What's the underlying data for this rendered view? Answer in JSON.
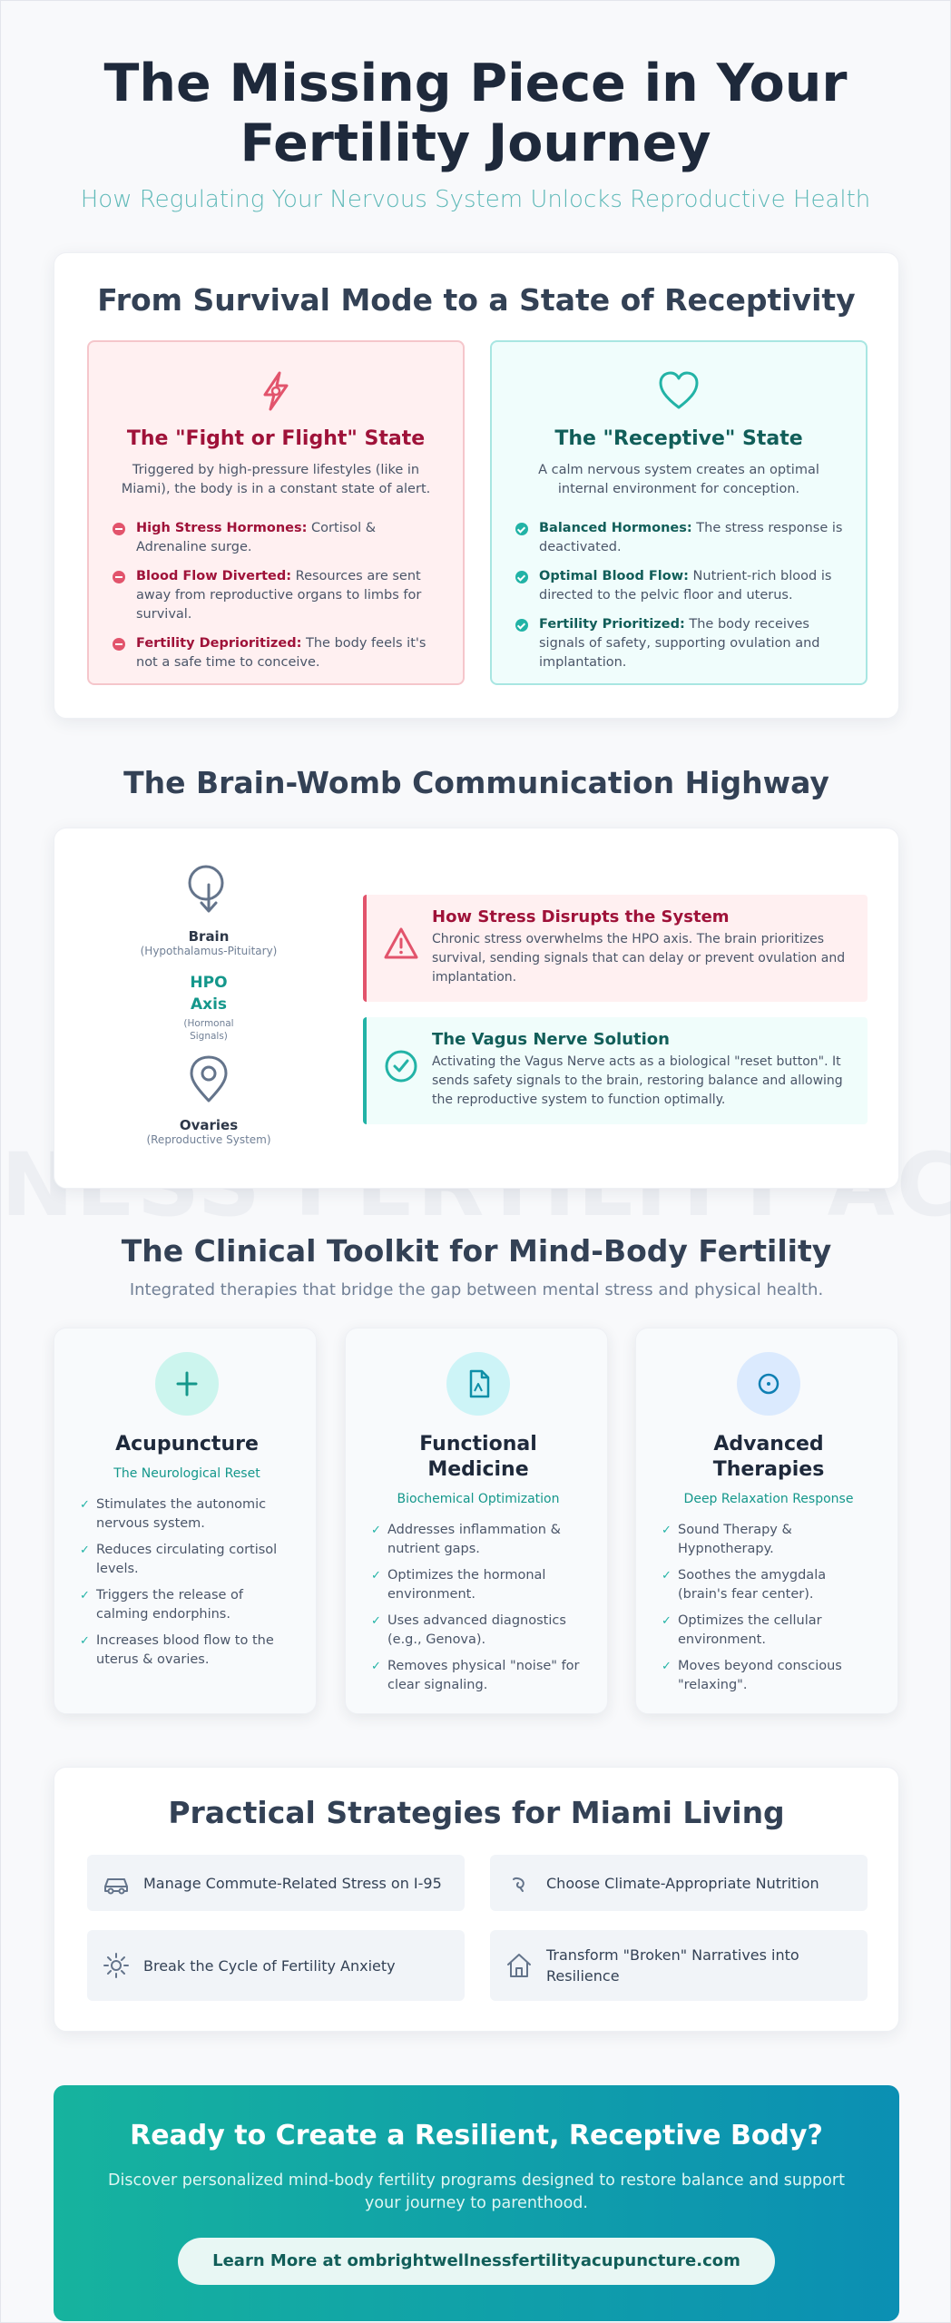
{
  "hero": {
    "title_line1": "The Missing Piece in Your",
    "title_line2": "Fertility Journey",
    "subtitle": "How Regulating Your Nervous System Unlocks Reproductive Health"
  },
  "watermark": "NESS FERTILITY ACU",
  "survival": {
    "title": "From Survival Mode to a State of Receptivity",
    "fight": {
      "icon": "lightning-bolt-icon",
      "title": "The \"Fight or Flight\" State",
      "desc": "Triggered by high-pressure lifestyles (like in Miami), the body is in a constant state of alert.",
      "items": [
        {
          "label": "High Stress Hormones:",
          "text": " Cortisol & Adrenaline surge."
        },
        {
          "label": "Blood Flow Diverted:",
          "text": " Resources are sent away from reproductive organs to limbs for survival."
        },
        {
          "label": "Fertility Deprioritized:",
          "text": " The body feels it's not a safe time to conceive."
        }
      ]
    },
    "receptive": {
      "icon": "heart-icon",
      "title": "The \"Receptive\" State",
      "desc": "A calm nervous system creates an optimal internal environment for conception.",
      "items": [
        {
          "label": "Balanced Hormones:",
          "text": " The stress response is deactivated."
        },
        {
          "label": "Optimal Blood Flow:",
          "text": " Nutrient-rich blood is directed to the pelvic floor and uterus."
        },
        {
          "label": "Fertility Prioritized:",
          "text": " The body receives signals of safety, supporting ovulation and implantation."
        }
      ]
    }
  },
  "highway": {
    "title": "The Brain-Womb Communication Highway",
    "brain_label": "Brain",
    "brain_sub": "(Hypothalamus-Pituitary)",
    "axis_line1": "HPO",
    "axis_line2": "Axis",
    "axis_sub1": "(Hormonal",
    "axis_sub2": "Signals)",
    "ovaries_label": "Ovaries",
    "ovaries_sub": "(Reproductive System)",
    "stress": {
      "title": "How Stress Disrupts the System",
      "text": "Chronic stress overwhelms the HPO axis. The brain prioritizes survival, sending signals that can delay or prevent ovulation and implantation."
    },
    "vagus": {
      "title": "The Vagus Nerve Solution",
      "text": "Activating the Vagus Nerve acts as a biological \"reset button\". It sends safety signals to the brain, restoring balance and allowing the reproductive system to function optimally."
    }
  },
  "toolkit": {
    "title": "The Clinical Toolkit for Mind-Body Fertility",
    "subtitle": "Integrated therapies that bridge the gap between mental stress and physical health.",
    "cards": [
      {
        "title_line1": "Acupuncture",
        "title_line2": "",
        "tag": "The Neurological Reset",
        "items": [
          "Stimulates the autonomic nervous system.",
          "Reduces circulating cortisol levels.",
          "Triggers the release of calming endorphins.",
          "Increases blood flow to the uterus & ovaries."
        ]
      },
      {
        "title_line1": "Functional",
        "title_line2": "Medicine",
        "tag": "Biochemical Optimization",
        "items": [
          "Addresses inflammation & nutrient gaps.",
          "Optimizes the hormonal environment.",
          "Uses advanced diagnostics (e.g., Genova).",
          "Removes physical \"noise\" for clear signaling."
        ]
      },
      {
        "title_line1": "Advanced",
        "title_line2": "Therapies",
        "tag": "Deep Relaxation Response",
        "items": [
          "Sound Therapy & Hypnotherapy.",
          "Soothes the amygdala (brain's fear center).",
          "Optimizes the cellular environment.",
          "Moves beyond conscious \"relaxing\"."
        ]
      }
    ]
  },
  "practical": {
    "title": "Practical Strategies for Miami Living",
    "items": [
      {
        "icon": "car-icon",
        "text": "Manage Commute-Related Stress on I-95"
      },
      {
        "icon": "leaf-icon",
        "text": "Choose Climate-Appropriate Nutrition"
      },
      {
        "icon": "sun-icon",
        "text": "Break the Cycle of Fertility Anxiety"
      },
      {
        "icon": "home-icon",
        "text": "Transform \"Broken\" Narratives into Resilience"
      }
    ]
  },
  "cta": {
    "title": "Ready to Create a Resilient, Receptive Body?",
    "text": "Discover personalized mind-body fertility programs designed to restore balance and support your journey to parenthood.",
    "button": "Learn More at ombrightwellnessfertilityacupuncture.com"
  },
  "colors": {
    "accent_teal": "#14978b",
    "alert_red": "#e2546c",
    "title_dark": "#1e293b"
  }
}
